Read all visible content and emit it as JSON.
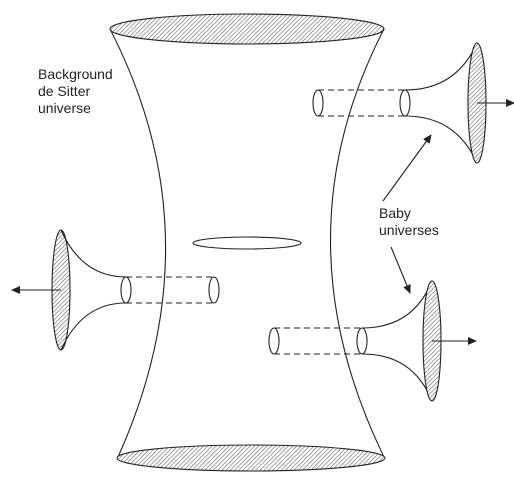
{
  "labels": {
    "background_line1": "Background",
    "background_line2": "de Sitter",
    "background_line3": "universe",
    "baby_line1": "Baby",
    "baby_line2": "universes"
  },
  "style": {
    "stroke": "#222222",
    "hatch": "#666666",
    "background": "#ffffff"
  }
}
